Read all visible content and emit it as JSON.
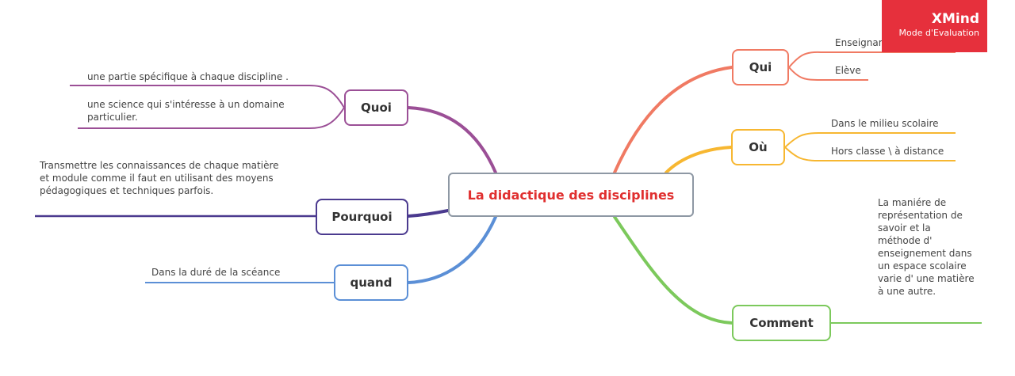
{
  "central": {
    "label": "La didactique des disciplines"
  },
  "branches": {
    "qui": {
      "label": "Qui",
      "color": "#f07a63",
      "leaves": [
        "Enseignant",
        "Elève"
      ]
    },
    "ou": {
      "label": "Où",
      "color": "#f7b731",
      "leaves": [
        "Dans le milieu scolaire",
        "Hors classe \\ à distance"
      ]
    },
    "comment": {
      "label": "Comment",
      "color": "#7cc95c",
      "leaves": [
        "La maniére de représentation de savoir et la méthode d' enseignement dans un espace scolaire varie d' une matière à une autre."
      ]
    },
    "quoi": {
      "label": "Quoi",
      "color": "#9b4f96",
      "leaves": [
        "une partie spécifique à chaque discipline .",
        "une science qui s'intéresse à un domaine particulier."
      ]
    },
    "pourquoi": {
      "label": "Pourquoi",
      "color": "#4b3a8f",
      "leaves": [
        "Transmettre les connaissances de chaque matière et module comme il faut en utilisant des moyens pédagogiques et techniques parfois."
      ]
    },
    "quand": {
      "label": "quand",
      "color": "#5b8fd6",
      "leaves": [
        "Dans la duré de la scéance"
      ]
    }
  },
  "watermark": {
    "title": "XMind",
    "subtitle": "Mode d'Evaluation",
    "color": "#e6303c"
  }
}
